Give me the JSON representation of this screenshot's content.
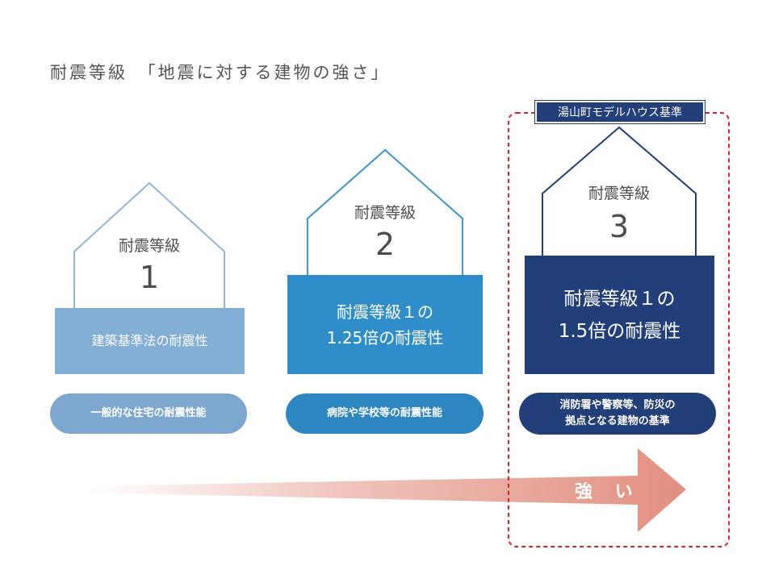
{
  "title": "耐震等級　「地震に対する建物の強さ」",
  "model_tag": "湯山町モデルハウス基準",
  "arrow_label": "強 い",
  "colors": {
    "level1_line": "#90b6dc",
    "level1_fill": "#83aed6",
    "level1_pill": "#7ea7d0",
    "level2_line": "#3d95c9",
    "level2_fill": "#2f8ec9",
    "level2_pill": "#2e86c1",
    "level3_line": "#233f7a",
    "level3_fill": "#233f7a",
    "level3_pill": "#233f7a",
    "dashed_border": "#d9242f",
    "arrow": "#e28f80"
  },
  "levels": [
    {
      "name": "耐震等級",
      "number": "1",
      "description_line1": "建築基準法の耐震性",
      "description_line2": "",
      "pill_line1": "一般的な住宅の耐震性能",
      "pill_line2": ""
    },
    {
      "name": "耐震等級",
      "number": "2",
      "description_line1": "耐震等級１の",
      "description_line2": "1.25倍の耐震性",
      "pill_line1": "病院や学校等の耐震性能",
      "pill_line2": ""
    },
    {
      "name": "耐震等級",
      "number": "3",
      "description_line1": "耐震等級１の",
      "description_line2": "1.5倍の耐震性",
      "pill_line1": "消防署や警察等、防災の",
      "pill_line2": "拠点となる建物の基準"
    }
  ]
}
